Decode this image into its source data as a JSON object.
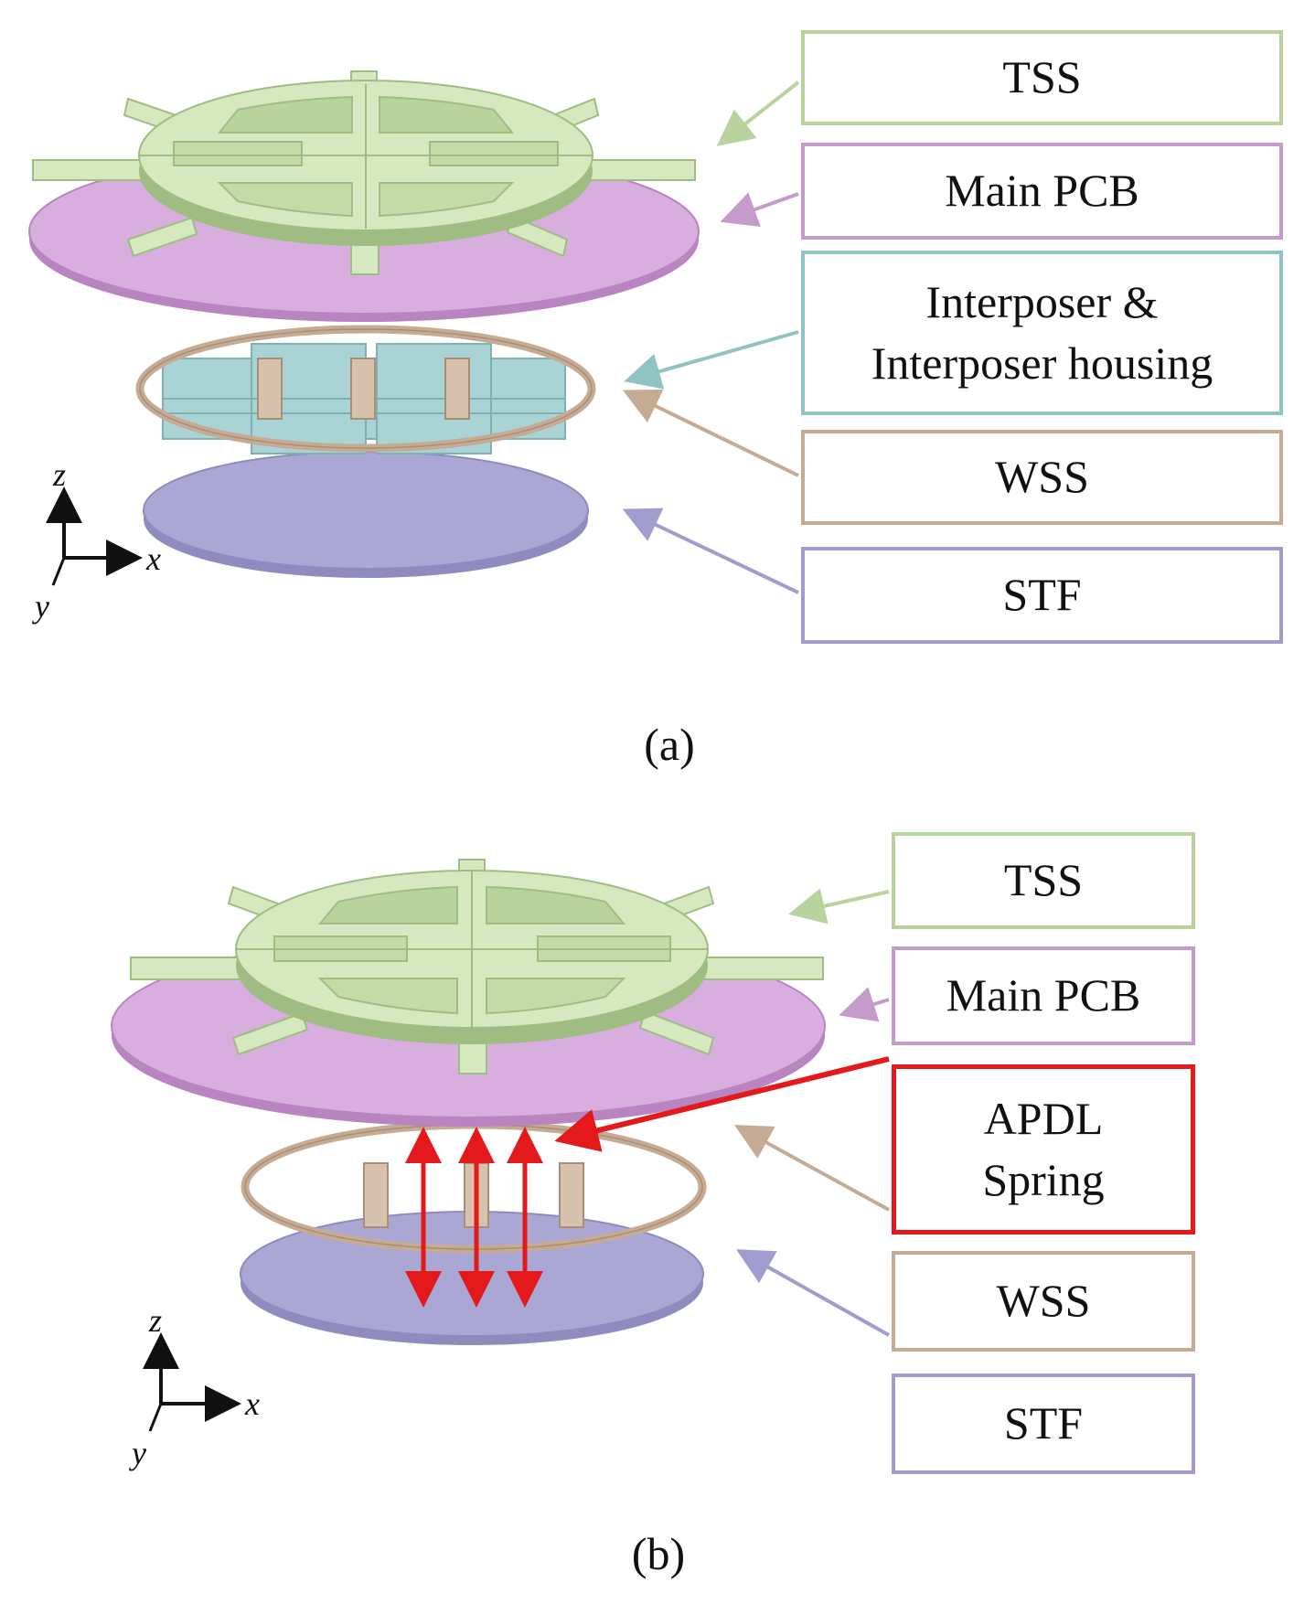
{
  "colors": {
    "tss": "#b9d39f",
    "tss_fill": "#d6e8c0",
    "tss_dark": "#9fbd83",
    "pcb": "#c49bcb",
    "pcb_fill": "#d7aedd",
    "interposer": "#8fc3c4",
    "interposer_fill": "#a9d3d4",
    "wss": "#c6ab94",
    "wss_fill": "#d8c2ad",
    "stf": "#a09cce",
    "stf_fill": "#aaa7d4",
    "apdl": "#e3191c"
  },
  "figure_a": {
    "caption": "(a)",
    "labels": {
      "tss": "TSS",
      "main_pcb": "Main PCB",
      "interposer_line1": "Interposer &",
      "interposer_line2": "Interposer housing",
      "wss": "WSS",
      "stf": "STF"
    },
    "axes": {
      "z": "z",
      "x": "x",
      "y": "y"
    }
  },
  "figure_b": {
    "caption": "(b)",
    "labels": {
      "tss": "TSS",
      "main_pcb": "Main PCB",
      "apdl_line1": "APDL",
      "apdl_line2": "Spring",
      "wss": "WSS",
      "stf": "STF"
    },
    "axes": {
      "z": "z",
      "x": "x",
      "y": "y"
    }
  }
}
